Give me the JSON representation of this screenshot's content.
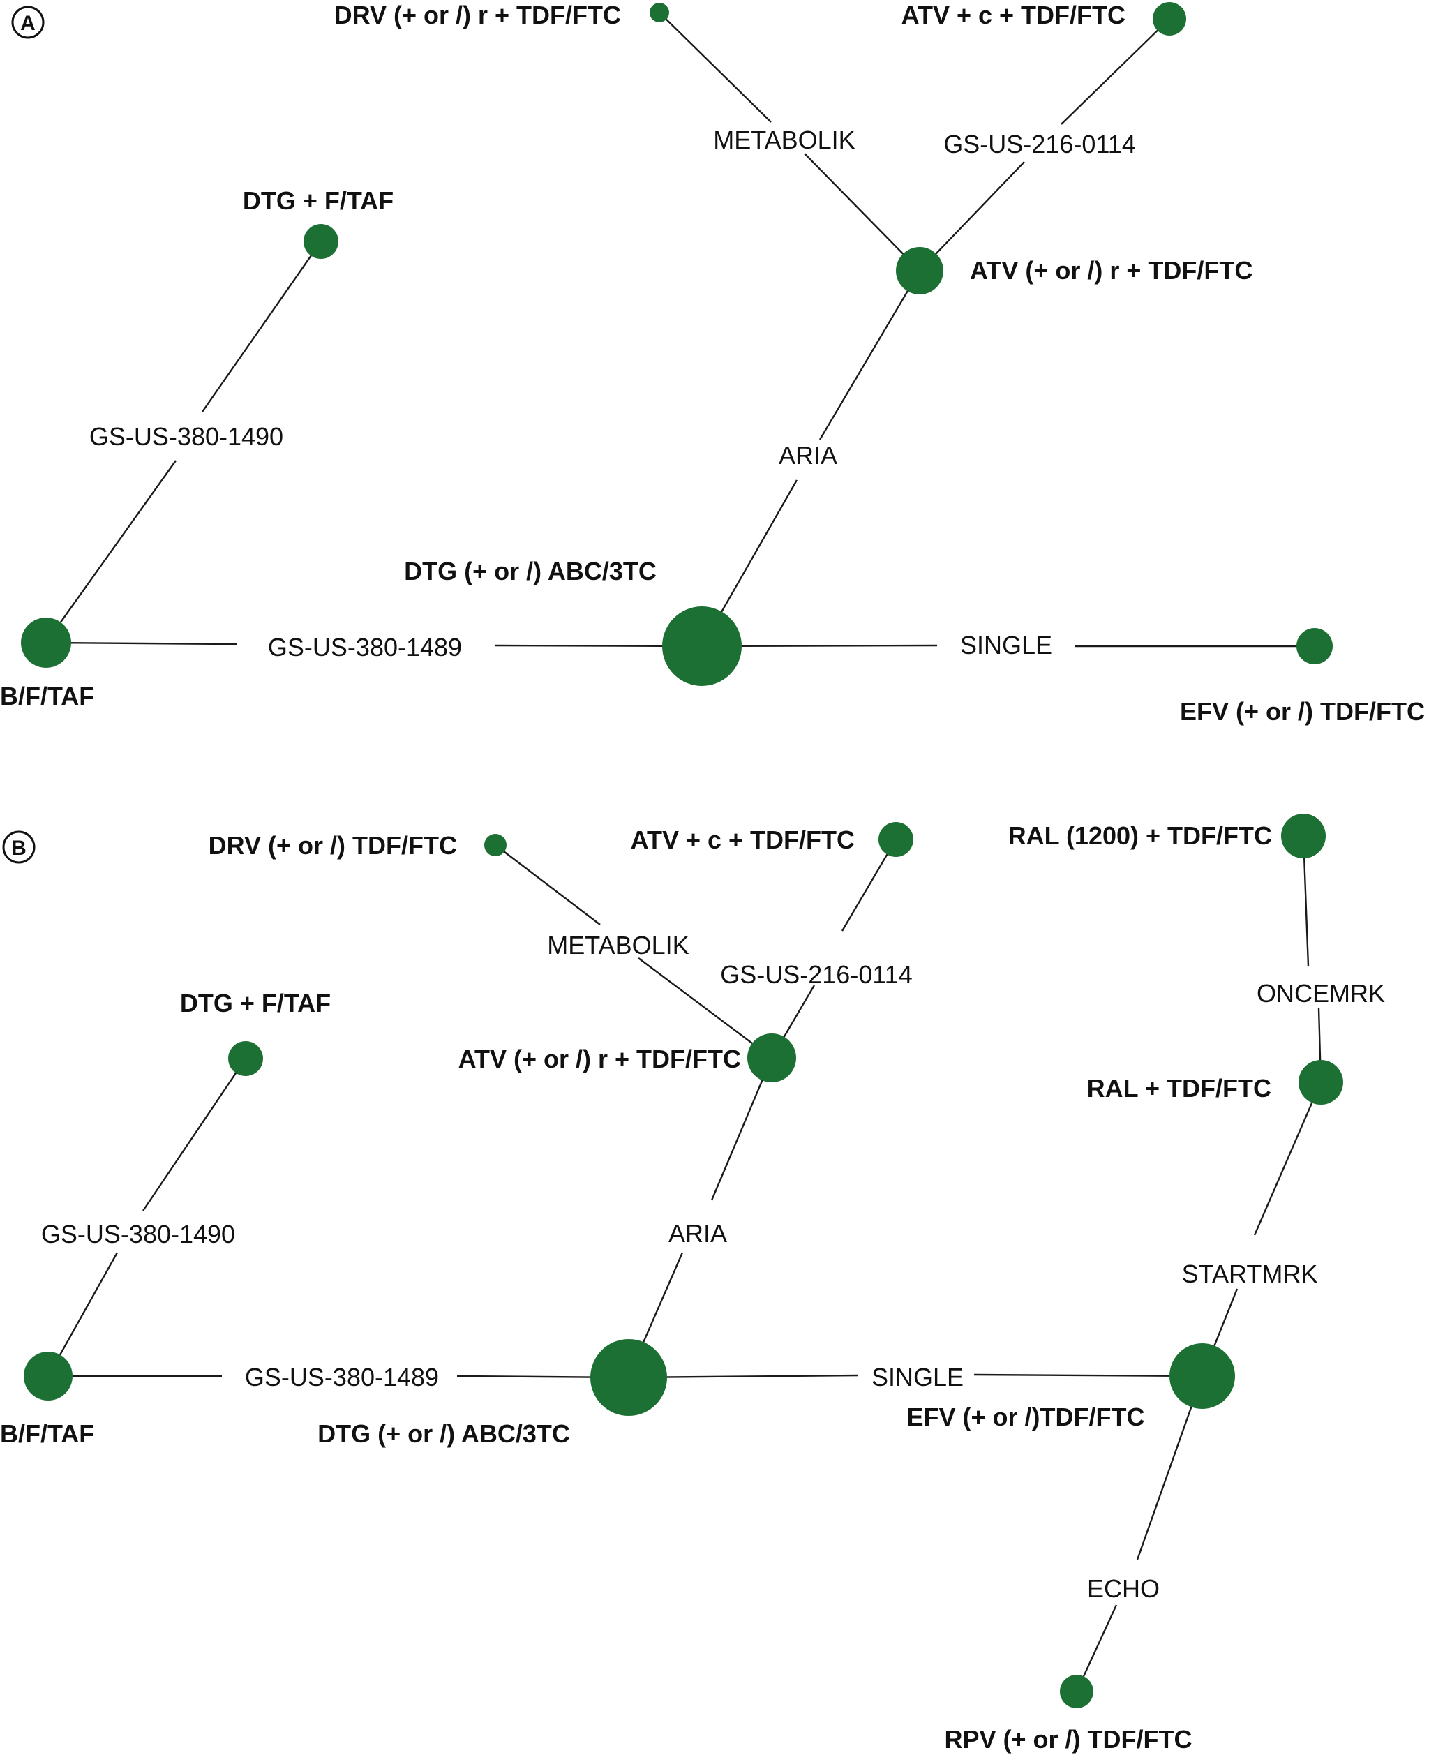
{
  "colors": {
    "node": "#1c7033",
    "edge": "#1a1a1a",
    "text": "#111111"
  },
  "panels": [
    {
      "letter": "A",
      "nodes": [
        {
          "id": "a_drv",
          "label": "DRV (+ or /) r + TDF/FTC"
        },
        {
          "id": "a_atvc",
          "label": "ATV + c + TDF/FTC"
        },
        {
          "id": "a_dtgftaf",
          "label": "DTG + F/TAF"
        },
        {
          "id": "a_atvr",
          "label": "ATV (+ or /) r + TDF/FTC"
        },
        {
          "id": "a_dtgabc",
          "label": "DTG (+ or /) ABC/3TC"
        },
        {
          "id": "a_bftaf",
          "label": "B/F/TAF"
        },
        {
          "id": "a_efv",
          "label": "EFV (+ or /) TDF/FTC"
        }
      ],
      "edges": [
        {
          "from": "a_drv",
          "to": "a_atvr",
          "label": "METABOLIK"
        },
        {
          "from": "a_atvc",
          "to": "a_atvr",
          "label": "GS-US-216-0114"
        },
        {
          "from": "a_dtgftaf",
          "to": "a_bftaf",
          "label": "GS-US-380-1490"
        },
        {
          "from": "a_atvr",
          "to": "a_dtgabc",
          "label": "ARIA"
        },
        {
          "from": "a_bftaf",
          "to": "a_dtgabc",
          "label": "GS-US-380-1489"
        },
        {
          "from": "a_dtgabc",
          "to": "a_efv",
          "label": "SINGLE"
        }
      ]
    },
    {
      "letter": "B",
      "nodes": [
        {
          "id": "b_drv",
          "label": "DRV (+ or /) TDF/FTC"
        },
        {
          "id": "b_atvc",
          "label": "ATV + c + TDF/FTC"
        },
        {
          "id": "b_ral1200",
          "label": "RAL (1200) + TDF/FTC"
        },
        {
          "id": "b_dtgftaf",
          "label": "DTG + F/TAF"
        },
        {
          "id": "b_atvr",
          "label": "ATV (+ or /) r + TDF/FTC"
        },
        {
          "id": "b_ral",
          "label": "RAL + TDF/FTC"
        },
        {
          "id": "b_bftaf",
          "label": "B/F/TAF"
        },
        {
          "id": "b_dtgabc",
          "label": "DTG (+ or /) ABC/3TC"
        },
        {
          "id": "b_efv",
          "label": "EFV (+ or /)TDF/FTC"
        },
        {
          "id": "b_rpv",
          "label": "RPV (+ or /) TDF/FTC"
        }
      ],
      "edges": [
        {
          "from": "b_drv",
          "to": "b_atvr",
          "label": "METABOLIK"
        },
        {
          "from": "b_atvc",
          "to": "b_atvr",
          "label": "GS-US-216-0114"
        },
        {
          "from": "b_ral1200",
          "to": "b_ral",
          "label": "ONCEMRK"
        },
        {
          "from": "b_dtgftaf",
          "to": "b_bftaf",
          "label": "GS-US-380-1490"
        },
        {
          "from": "b_atvr",
          "to": "b_dtgabc",
          "label": "ARIA"
        },
        {
          "from": "b_ral",
          "to": "b_efv",
          "label": "STARTMRK"
        },
        {
          "from": "b_bftaf",
          "to": "b_dtgabc",
          "label": "GS-US-380-1489"
        },
        {
          "from": "b_dtgabc",
          "to": "b_efv",
          "label": "SINGLE"
        },
        {
          "from": "b_efv",
          "to": "b_rpv",
          "label": "ECHO"
        }
      ]
    }
  ]
}
